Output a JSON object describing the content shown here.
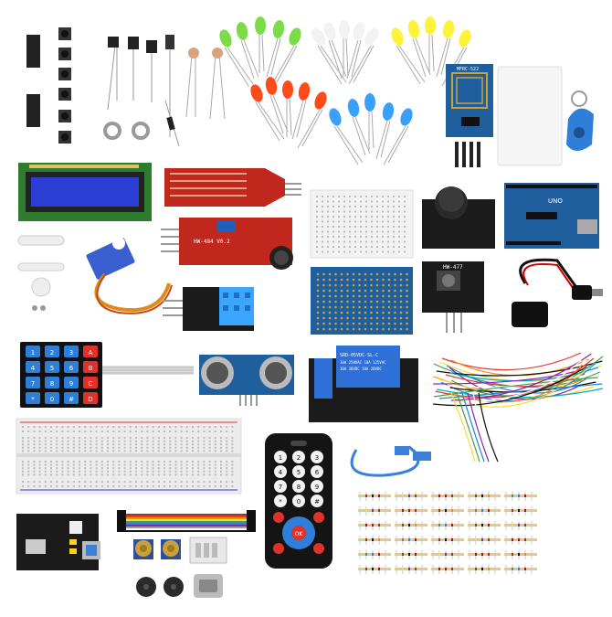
{
  "labels": {
    "rfid_module": "MFRC-522",
    "sensor_board": "HW-484 V0.2",
    "ir_board": "HW-477",
    "relay_model": "SRD-05VDC-SL-C",
    "relay_rating_1": "10A 250VAC 10A 125VAC",
    "relay_rating_2": "10A 30VDC 10A 28VDC",
    "arduino_logo": "UNO"
  },
  "keypad_keys": [
    "1",
    "2",
    "3",
    "A",
    "4",
    "5",
    "6",
    "B",
    "7",
    "8",
    "9",
    "C",
    "*",
    "0",
    "#",
    "D"
  ],
  "remote_keys": [
    "1",
    "2",
    "3",
    "4",
    "5",
    "6",
    "7",
    "8",
    "9",
    "*",
    "0",
    "#",
    "OK"
  ],
  "colors": {
    "pcb_blue": "#1f5f9e",
    "pcb_red": "#c0281e",
    "pcb_black": "#1b1b1b",
    "led_green": "#7bdc4a",
    "led_red": "#ff4a1a",
    "led_yellow": "#fff23a",
    "led_blue": "#3aa0ff",
    "lcd_screen": "#2b3fd6"
  }
}
